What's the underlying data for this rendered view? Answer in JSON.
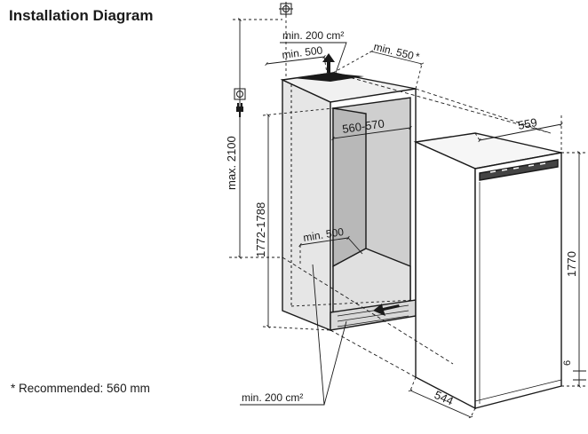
{
  "title": "Installation Diagram",
  "footnote": "* Recommended: 560 mm",
  "labels": {
    "vent_top": "min. 200 cm²",
    "vent_top_depth": "min. 500",
    "niche_depth": "min. 550",
    "niche_depth_mark": "*",
    "niche_width": "560-570",
    "niche_height": "1772-1788",
    "max_height": "max. 2100",
    "floor_depth": "min. 500",
    "vent_bottom": "min. 200 cm²",
    "appliance_width": "559",
    "appliance_height": "1770",
    "appliance_depth": "544",
    "plinth": "6"
  },
  "icons": {
    "top_marker": "plumb-center-icon",
    "plug": "power-plug-icon",
    "socket": "power-socket-icon"
  }
}
